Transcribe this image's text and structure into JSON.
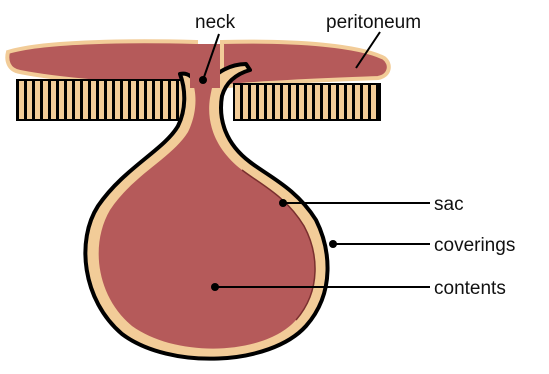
{
  "diagram": {
    "labels": {
      "neck": "neck",
      "peritoneum": "peritoneum",
      "sac": "sac",
      "coverings": "coverings",
      "contents": "contents"
    },
    "colors": {
      "tissue": "#b55a5a",
      "covering": "#f2cc98",
      "outline": "#000000",
      "muscle_stripe": "#000000",
      "background": "#ffffff"
    }
  }
}
